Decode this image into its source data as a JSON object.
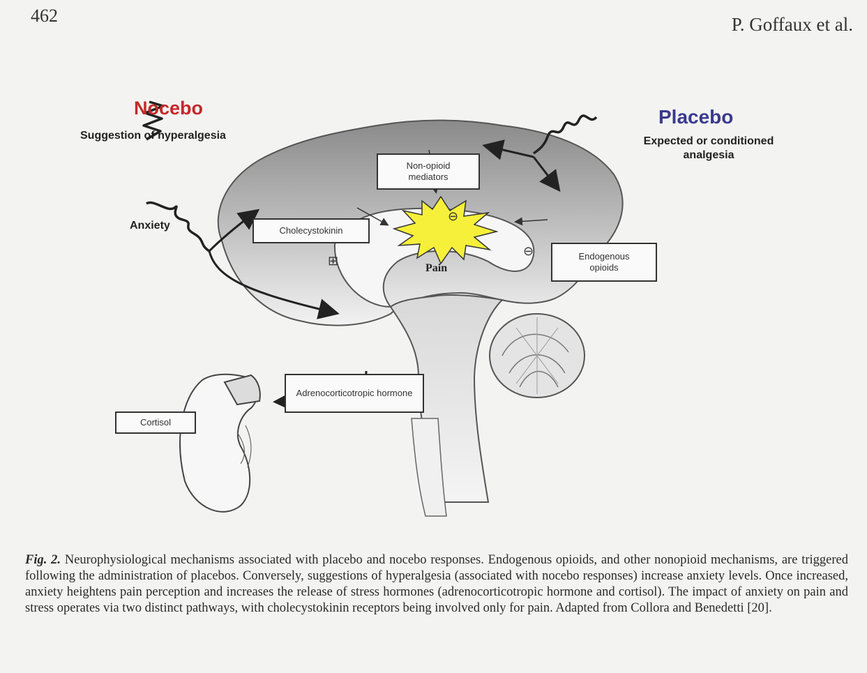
{
  "header": {
    "page_number": "462",
    "running_head": "P. Goffaux et al."
  },
  "figure": {
    "nocebo_title": "Nocebo",
    "nocebo_subtitle": "Suggestion of hyperalgesia",
    "placebo_title": "Placebo",
    "placebo_subtitle": "Expected or conditioned analgesia",
    "anxiety_label": "Anxiety",
    "non_opioid": "Non-opioid mediators",
    "cholecystokinin": "Cholecystokinin",
    "endogenous_opioids": "Endogenous opioids",
    "pain": "Pain",
    "acth": "Adrenocorticotropic hormone",
    "cortisol": "Cortisol",
    "inhibit_symbol": "⊖",
    "facilitate_symbol": "⊞",
    "colors": {
      "nocebo": "#c5282a",
      "placebo": "#3a3a8e",
      "pain_burst": "#f6f03a",
      "brain_gray": "#8f8f8f"
    }
  },
  "caption": {
    "label": "Fig. 2.",
    "text": "Neurophysiological mechanisms associated with placebo and nocebo responses. Endogenous opioids, and other nonopioid mechanisms, are triggered following the administration of placebos. Conversely, suggestions of hyperalgesia (associated with nocebo responses) increase anxiety levels. Once increased, anxiety heightens pain perception and increases the release of stress hormones (adrenocorticotropic hormone and cortisol). The impact of anxiety on pain and stress operates via two distinct pathways, with cholecystokinin receptors being involved only for pain. Adapted from Collora and Benedetti [20]."
  }
}
